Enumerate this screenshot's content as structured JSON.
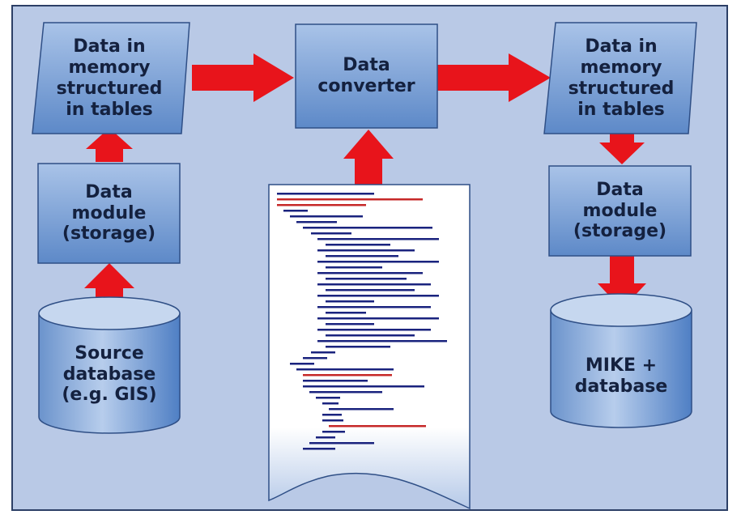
{
  "diagram": {
    "colors": {
      "background": "#b9c9e6",
      "frame_border": "#2c3f66",
      "box_fill_light": "#8fb0dc",
      "box_fill_dark": "#4f7fc4",
      "box_stroke": "#2f4f86",
      "arrow": "#e8141b",
      "text": "#14213f",
      "xml_tag": "#1a237e",
      "xml_attr": "#c62828"
    },
    "nodes": {
      "left_table": {
        "text": "Data in\nmemory\nstructured\nin tables",
        "shape": "parallelogram"
      },
      "converter": {
        "text": "Data\nconverter",
        "shape": "rectangle"
      },
      "right_table": {
        "text": "Data in\nmemory\nstructured\nin tables",
        "shape": "parallelogram"
      },
      "left_module": {
        "text": "Data\nmodule\n(storage)",
        "shape": "rectangle"
      },
      "right_module": {
        "text": "Data\nmodule\n(storage)",
        "shape": "rectangle"
      },
      "source_db": {
        "text": "Source\ndatabase\n(e.g. GIS)",
        "shape": "cylinder"
      },
      "mike_db": {
        "text": "MIKE +\ndatabase",
        "shape": "cylinder"
      },
      "config_doc": {
        "shape": "document"
      }
    },
    "edges": [
      {
        "from": "source_db",
        "to": "left_module"
      },
      {
        "from": "left_module",
        "to": "left_table"
      },
      {
        "from": "left_table",
        "to": "converter"
      },
      {
        "from": "config_doc",
        "to": "converter"
      },
      {
        "from": "converter",
        "to": "right_table"
      },
      {
        "from": "right_table",
        "to": "right_module"
      },
      {
        "from": "right_module",
        "to": "mike_db"
      }
    ]
  }
}
